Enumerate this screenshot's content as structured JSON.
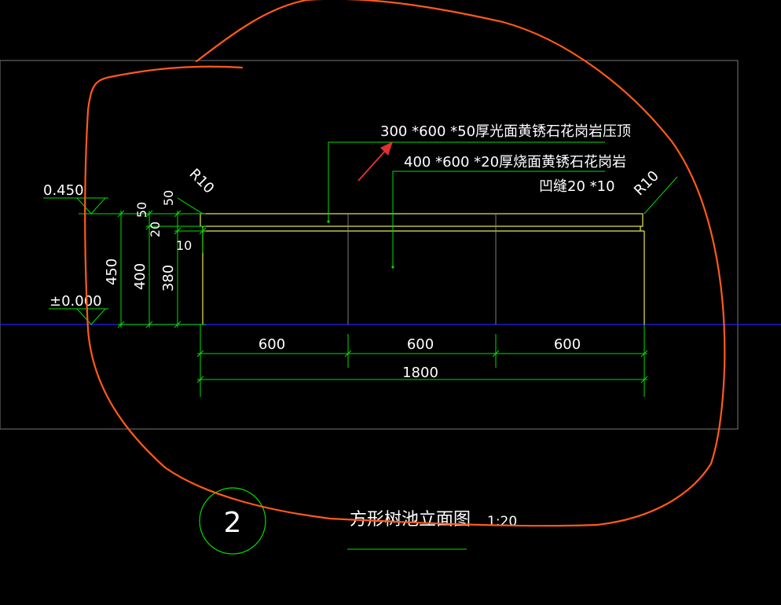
{
  "title": {
    "text": "方形树池立面图",
    "scale": "1:20",
    "detail_number": "2"
  },
  "labels": {
    "coping": "300 *600 *50厚光面黄锈石花岗岩压顶",
    "facing": "400 *600 *20厚烧面黄锈石花岗岩",
    "joint": "凹缝20 *10",
    "radius_left": "R10",
    "radius_right": "R10"
  },
  "elevations": {
    "top": "0.450",
    "ground": "±0.000"
  },
  "vertical_dims": {
    "total": "450",
    "body": "400",
    "inner": "380",
    "coping": "50",
    "layer_50": "50",
    "layer_20": "20",
    "layer_10": "10"
  },
  "horizontal_dims": {
    "seg1": "600",
    "seg2": "600",
    "seg3": "600",
    "total": "1800"
  },
  "colors": {
    "background": "#000000",
    "dimension": "#00e000",
    "outline": "#e8e85a",
    "ground_line": "#2020ff",
    "annotation": "#ff5a1a",
    "arrow": "#e03030"
  }
}
